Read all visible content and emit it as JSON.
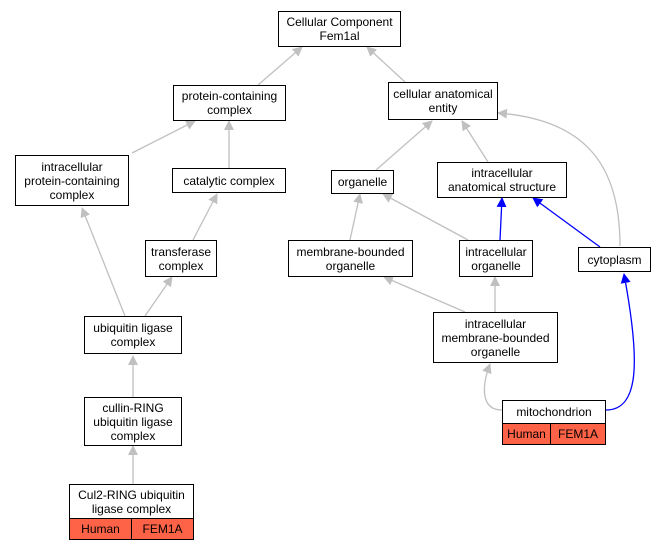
{
  "nodes": {
    "root": "Cellular Component\nFem1al",
    "protein_containing_complex": "protein-containing\ncomplex",
    "cellular_anatomical_entity": "cellular anatomical\nentity",
    "intracellular_protein_containing_complex": "intracellular\nprotein-containing\ncomplex",
    "catalytic_complex": "catalytic complex",
    "organelle": "organelle",
    "intracellular_anatomical_structure": "intracellular\nanatomical structure",
    "transferase_complex": "transferase\ncomplex",
    "membrane_bounded_organelle": "membrane-bounded\norganelle",
    "intracellular_organelle": "intracellular\norganelle",
    "cytoplasm": "cytoplasm",
    "ubiquitin_ligase_complex": "ubiquitin ligase\ncomplex",
    "intracellular_membrane_bounded_organelle": "intracellular\nmembrane-bounded\norganelle",
    "cullin_ring_ubiquitin_ligase_complex": "cullin-RING\nubiquitin ligase\ncomplex",
    "mitochondrion": "mitochondrion",
    "cul2_ring_ubiquitin_ligase_complex": "Cul2-RING ubiquitin\nligase complex"
  },
  "annotations": {
    "mitochondrion": {
      "species": "Human",
      "gene": "FEM1A"
    },
    "cul2_ring": {
      "species": "Human",
      "gene": "FEM1A"
    }
  },
  "colors": {
    "edge_default": "#c0c0c0",
    "edge_highlight": "#0000ff",
    "annotation_fill": "#ff6347"
  }
}
